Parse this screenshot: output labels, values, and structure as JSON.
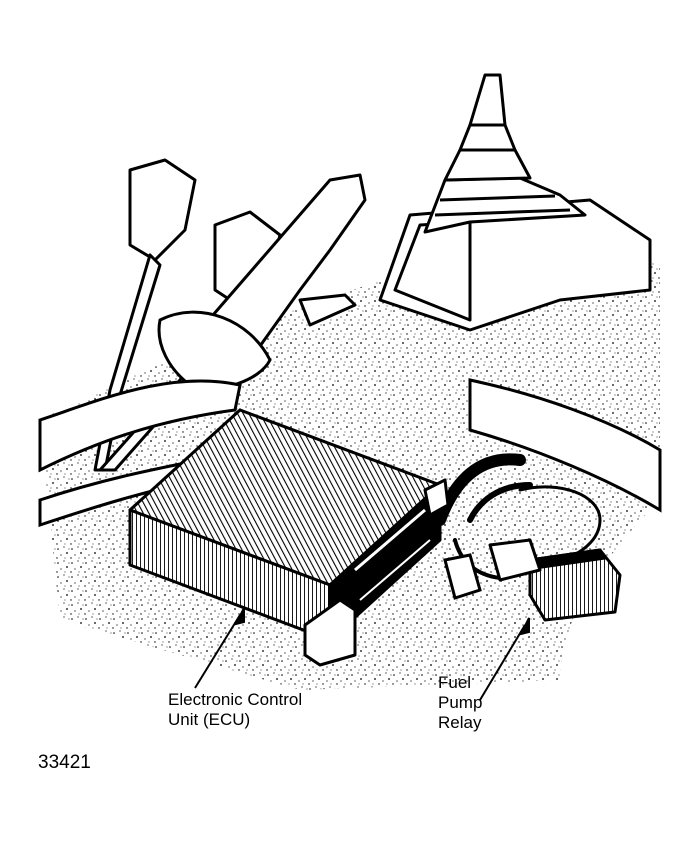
{
  "labels": {
    "ecu": {
      "line1": "Electronic Control",
      "line2": "Unit (ECU)"
    },
    "fuel_pump_relay": {
      "line1": "Fuel",
      "line2": "Pump",
      "line3": "Relay"
    }
  },
  "figure_number": "33421",
  "colors": {
    "ink": "#000000",
    "paper": "#ffffff"
  }
}
